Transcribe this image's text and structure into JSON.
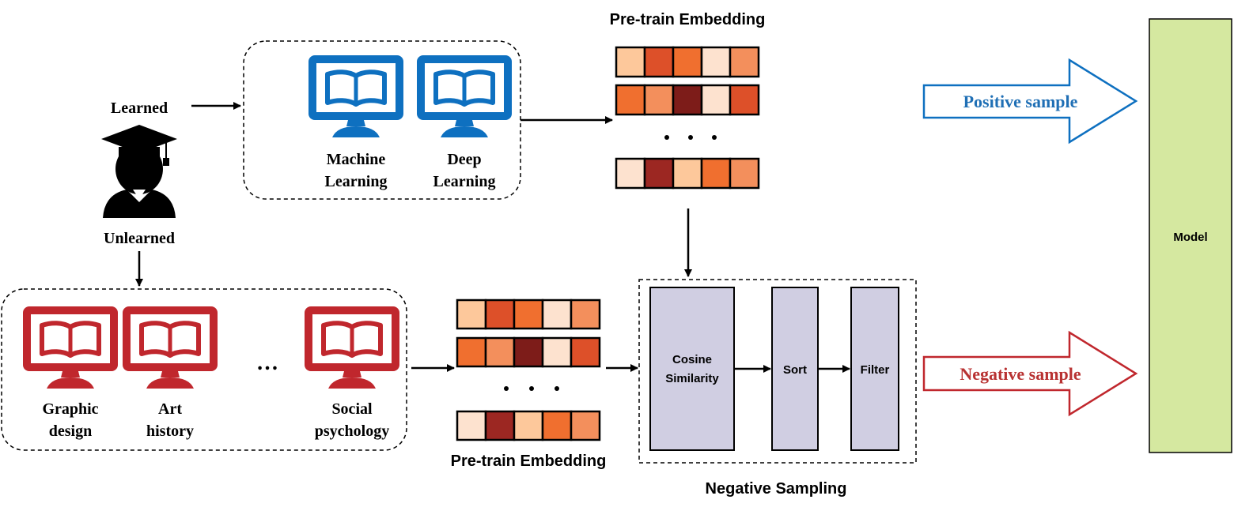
{
  "learner": {
    "learned_label": "Learned",
    "unlearned_label": "Unlearned",
    "icon": "student-graduate-icon"
  },
  "learned_courses": [
    {
      "line1": "Machine",
      "line2": "Learning",
      "icon": "book-monitor-icon"
    },
    {
      "line1": "Deep",
      "line2": "Learning",
      "icon": "book-monitor-icon"
    }
  ],
  "unlearned_courses": [
    {
      "line1": "Graphic",
      "line2": "design",
      "icon": "book-monitor-icon"
    },
    {
      "line1": "Art",
      "line2": "history",
      "icon": "book-monitor-icon"
    },
    {
      "line1": "Social",
      "line2": "psychology",
      "icon": "book-monitor-icon"
    }
  ],
  "ellipsis": "…",
  "embedding_top": {
    "title": "Pre-train Embedding",
    "rows": [
      [
        "#fdc89b",
        "#dd5029",
        "#f06f2f",
        "#fde2cf",
        "#f38f5c"
      ],
      [
        "#f06f2f",
        "#f38f5c",
        "#7d1c19",
        "#fde2cf",
        "#dd5029"
      ],
      [
        "#fde2cf",
        "#9c2722",
        "#fdc89b",
        "#f06f2f",
        "#f38f5c"
      ]
    ]
  },
  "embedding_bottom": {
    "title": "Pre-train Embedding",
    "rows": [
      [
        "#fdc89b",
        "#dd5029",
        "#f06f2f",
        "#fde2cf",
        "#f38f5c"
      ],
      [
        "#f06f2f",
        "#f38f5c",
        "#7d1c19",
        "#fde2cf",
        "#dd5029"
      ],
      [
        "#fde2cf",
        "#9c2722",
        "#fdc89b",
        "#f06f2f",
        "#f38f5c"
      ]
    ]
  },
  "negative_sampling": {
    "title": "Negative Sampling",
    "cosine_line1": "Cosine",
    "cosine_line2": "Similarity",
    "sort": "Sort",
    "filter": "Filter"
  },
  "positive_sample": "Positive sample",
  "negative_sample": "Negative sample",
  "model_label": "Model",
  "colors": {
    "blue": "#0e70c0",
    "red": "#c0272d",
    "model_fill": "#d5e8a0",
    "model_border": "#7d9b3a",
    "process_fill": "#d0cee2",
    "positive_text": "#1f6fb5",
    "negative_text": "#b83232"
  }
}
